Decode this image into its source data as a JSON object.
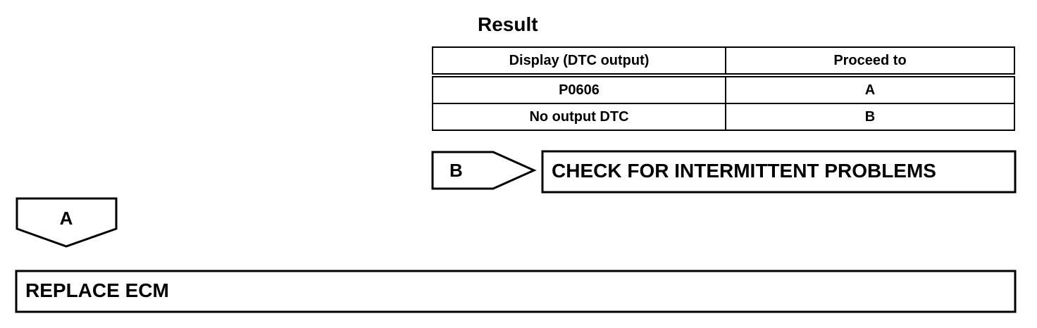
{
  "result": {
    "title": "Result",
    "table": {
      "headers": [
        "Display (DTC output)",
        "Proceed to"
      ],
      "rows": [
        [
          "P0606",
          "A"
        ],
        [
          "No output DTC",
          "B"
        ]
      ]
    }
  },
  "branch_b": {
    "label": "B",
    "action": "CHECK FOR INTERMITTENT PROBLEMS"
  },
  "branch_a": {
    "label": "A",
    "action": "REPLACE ECM"
  }
}
